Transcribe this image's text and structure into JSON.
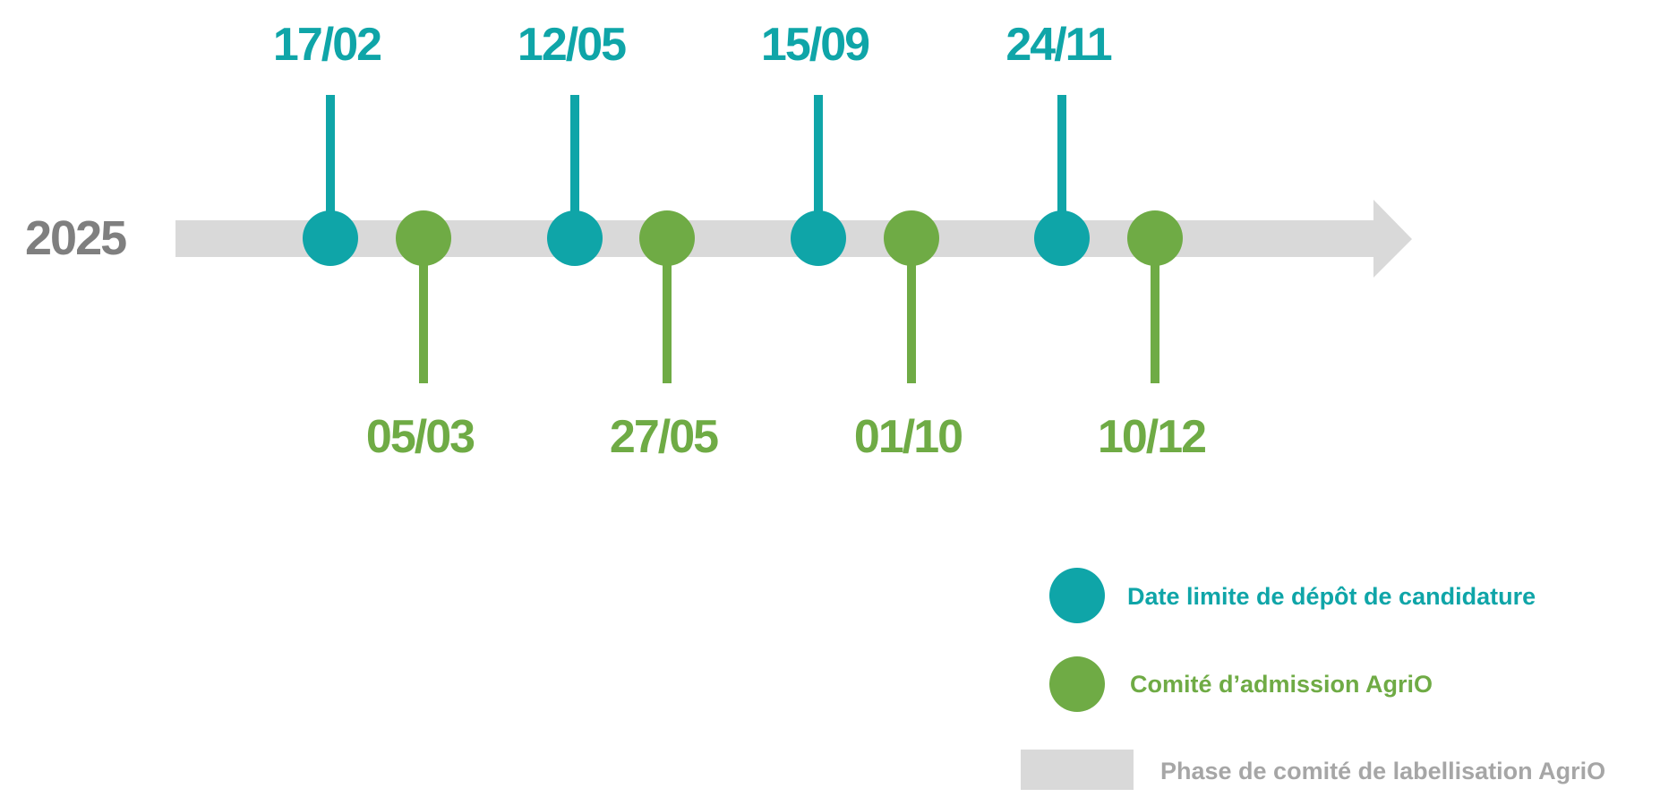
{
  "year": "2025",
  "colors": {
    "deadline": "#0fa5a8",
    "committee": "#6fab45",
    "phase": "#d9d9d9",
    "year": "#7f7f7f",
    "phase_text": "#a6a6a6"
  },
  "events": [
    {
      "type": "deadline",
      "date": "17/02"
    },
    {
      "type": "committee",
      "date": "05/03"
    },
    {
      "type": "deadline",
      "date": "12/05"
    },
    {
      "type": "committee",
      "date": "27/05"
    },
    {
      "type": "deadline",
      "date": "15/09"
    },
    {
      "type": "committee",
      "date": "01/10"
    },
    {
      "type": "deadline",
      "date": "24/11"
    },
    {
      "type": "committee",
      "date": "10/12"
    }
  ],
  "legend": {
    "deadline_label": "Date limite de dépôt de candidature",
    "committee_label": "Comité d’admission AgriO",
    "phase_label": "Phase de comité de labellisation AgriO"
  }
}
